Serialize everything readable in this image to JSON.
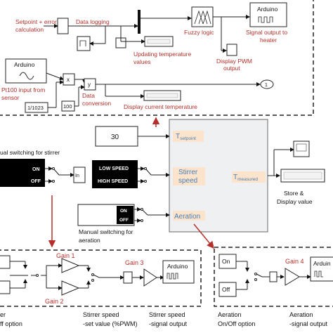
{
  "top": {
    "setpoint_error": [
      "Setpoint + error",
      "calculation"
    ],
    "data_logging": "Data logging",
    "fuzzy_logic": "Fuzzy logic",
    "signal_output_heater": [
      "Signal output to",
      "heater"
    ],
    "updating_temperature": [
      "Updating temperature",
      "values"
    ],
    "display_pwm": [
      "Display PWM",
      "output"
    ],
    "pt100_input": [
      "Pt100 input from",
      "sensor"
    ],
    "data_conversion": [
      "Data",
      "conversion"
    ],
    "display_current_temp": "Display current temperature",
    "arduino": "Arduino",
    "gain_value": "1/1023",
    "const_100": "100",
    "mult_x": "x",
    "mult_y": "y",
    "out_port": "1"
  },
  "middle": {
    "const_30": "30",
    "manual_switch_stirrer": "ual switching for stirrer",
    "on": "ON",
    "off": "OFF",
    "in_label": "In",
    "low_speed": "LOW SPEED",
    "high_speed": "HIGH SPEED",
    "t_setpoint_main": "T",
    "t_setpoint_sub": "setpoint",
    "stirrer_speed": [
      "Stirrer",
      "speed"
    ],
    "aeration_port": "Aeration",
    "t_measured_main": "T",
    "t_measured_sub": "measured",
    "store_display": [
      "Store &",
      "Display value"
    ],
    "manual_switch_aeration": [
      "Manual switching for",
      "aeration"
    ]
  },
  "bottom_left": {
    "gain1": "Gain 1",
    "gain2": "Gain 2",
    "gain3": "Gain 3",
    "arduino": "Arduino",
    "on_off_option": [
      "er",
      "ff option"
    ],
    "stirrer_set": [
      "Stirrer speed",
      "-set value (%PWM)"
    ],
    "stirrer_signal": [
      "Stirrer speed",
      "-signal output"
    ]
  },
  "bottom_right": {
    "on": "On",
    "off": "Off",
    "gain4": "Gain 4",
    "arduino": "Arduin",
    "aeration_option": [
      "Aeration",
      "On/Off option"
    ],
    "aeration_signal": [
      "Aeration",
      "-signal output"
    ]
  },
  "colors": {
    "annotation": "#b5302a",
    "port_highlight": "#fbe3cc",
    "subsystem_fill": "#eef0f2",
    "label_blue": "#4a7fb5"
  }
}
